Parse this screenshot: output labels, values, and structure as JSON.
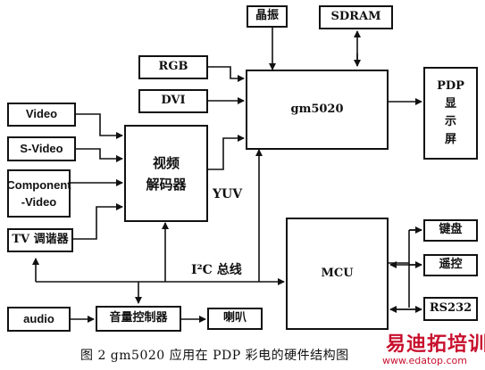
{
  "blocks": {
    "crystal": "晶振",
    "sdram": "SDRAM",
    "rgb": "RGB",
    "dvi": "DVI",
    "gm5020": "gm5020",
    "pdp": [
      "PDP",
      "显",
      "示",
      "屏"
    ],
    "video": "Video",
    "svideo": "S-Video",
    "component": [
      "Component",
      "-Video"
    ],
    "tv_tuner": "TV 调谐器",
    "decoder": [
      "视频",
      "解码器"
    ],
    "mcu": "MCU",
    "keypad": "键盘",
    "remote": "遥控",
    "rs232": "RS232",
    "audio": "audio",
    "volume_ctrl": "音量控制器",
    "speaker": "喇叭"
  },
  "labels": {
    "yuv": "YUV",
    "i2c_bus": "I²C 总线"
  },
  "caption": "图 2  gm5020 应用在 PDP 彩电的硬件结构图",
  "watermark": {
    "brand": "易迪拓培训",
    "url": "www.edatop.com"
  },
  "colors": {
    "line": "#111111",
    "watermark": "#c8102e"
  }
}
